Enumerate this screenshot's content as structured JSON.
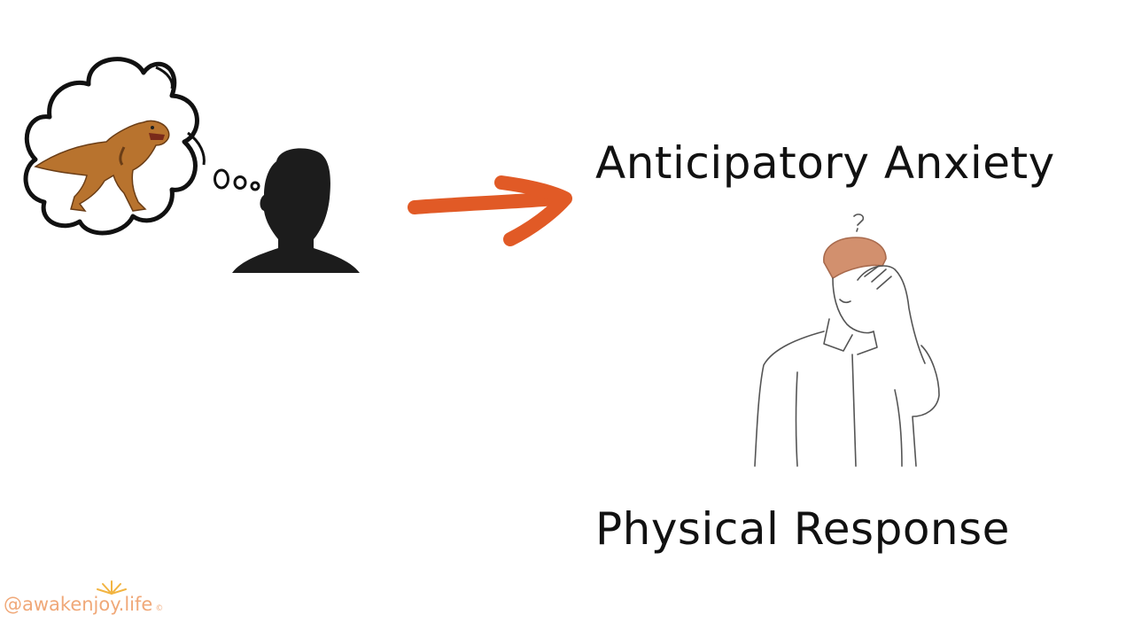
{
  "labels": {
    "top": "Anticipatory Anxiety",
    "bottom": "Physical Response"
  },
  "thought_text": "Oo",
  "watermark": {
    "text": "@awakenjoy.life",
    "mark": "©"
  },
  "icons": {
    "thought_bubble": "thought-bubble-icon",
    "dinosaur": "t-rex-icon",
    "person": "person-silhouette-icon",
    "arrow": "right-arrow-icon",
    "stressed_man": "stressed-man-illustration",
    "sun": "sun-icon"
  },
  "colors": {
    "text": "#111111",
    "silhouette": "#1c1c1c",
    "arrow": "#e15a26",
    "dinosaur": "#b8732e",
    "hair": "#d2906e",
    "watermark": "#f0a878",
    "sun": "#f2b441"
  }
}
